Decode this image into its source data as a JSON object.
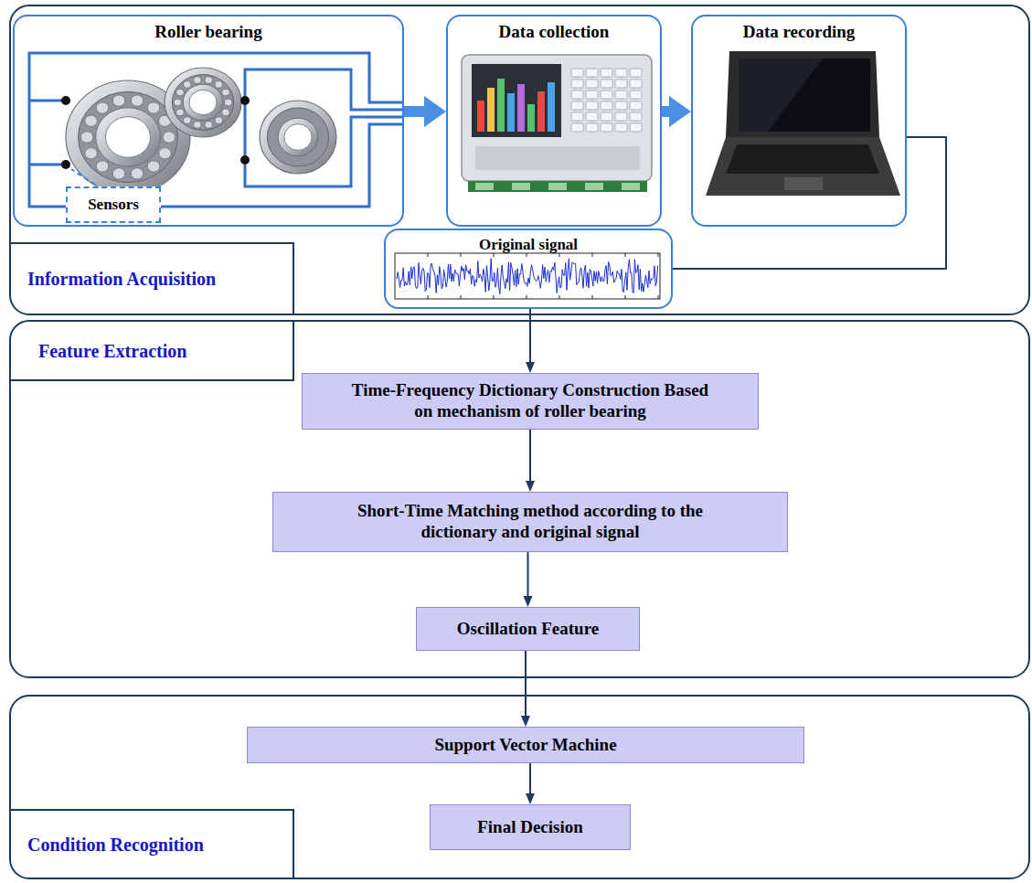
{
  "diagram": {
    "nodes": [
      {
        "text": [
          "Information Acquisition"
        ]
      },
      {
        "text": [
          "Roller bearing"
        ],
        "in": 0
      },
      {
        "text": [
          "Sensors"
        ],
        "in": 1
      },
      {
        "text": [
          "Data collection"
        ],
        "in": 0
      },
      {
        "text": [
          "Data recording"
        ],
        "in": 0
      },
      {
        "text": [
          "Original signal"
        ],
        "in": 0
      },
      {
        "text": [
          "Feature Extraction"
        ]
      },
      {
        "text": [
          "Time-Frequency Dictionary Construction Based on mechanism of roller bearing"
        ],
        "in": 6
      },
      {
        "text": [
          "Short-Time Matching method according to the dictionary and original signal"
        ],
        "in": 6
      },
      {
        "text": [
          "Oscillation Feature"
        ],
        "in": 6
      },
      {
        "text": [
          "Condition Recognition"
        ]
      },
      {
        "text": [
          "Support Vector Machine"
        ],
        "in": 10
      },
      {
        "text": [
          "Final Decision"
        ],
        "in": 10
      }
    ],
    "edges": [
      {
        "from": 1,
        "to": 3,
        "arrow": "to"
      },
      {
        "from": 3,
        "to": 4,
        "arrow": "to"
      },
      {
        "from": 4,
        "to": 5,
        "arrow": "none"
      },
      {
        "from": 5,
        "to": 7,
        "arrow": "to"
      },
      {
        "from": 7,
        "to": 8,
        "arrow": "to"
      },
      {
        "from": 8,
        "to": 9,
        "arrow": "to"
      },
      {
        "from": 9,
        "to": 11,
        "arrow": "to"
      },
      {
        "from": 11,
        "to": 12,
        "arrow": "to"
      }
    ]
  }
}
